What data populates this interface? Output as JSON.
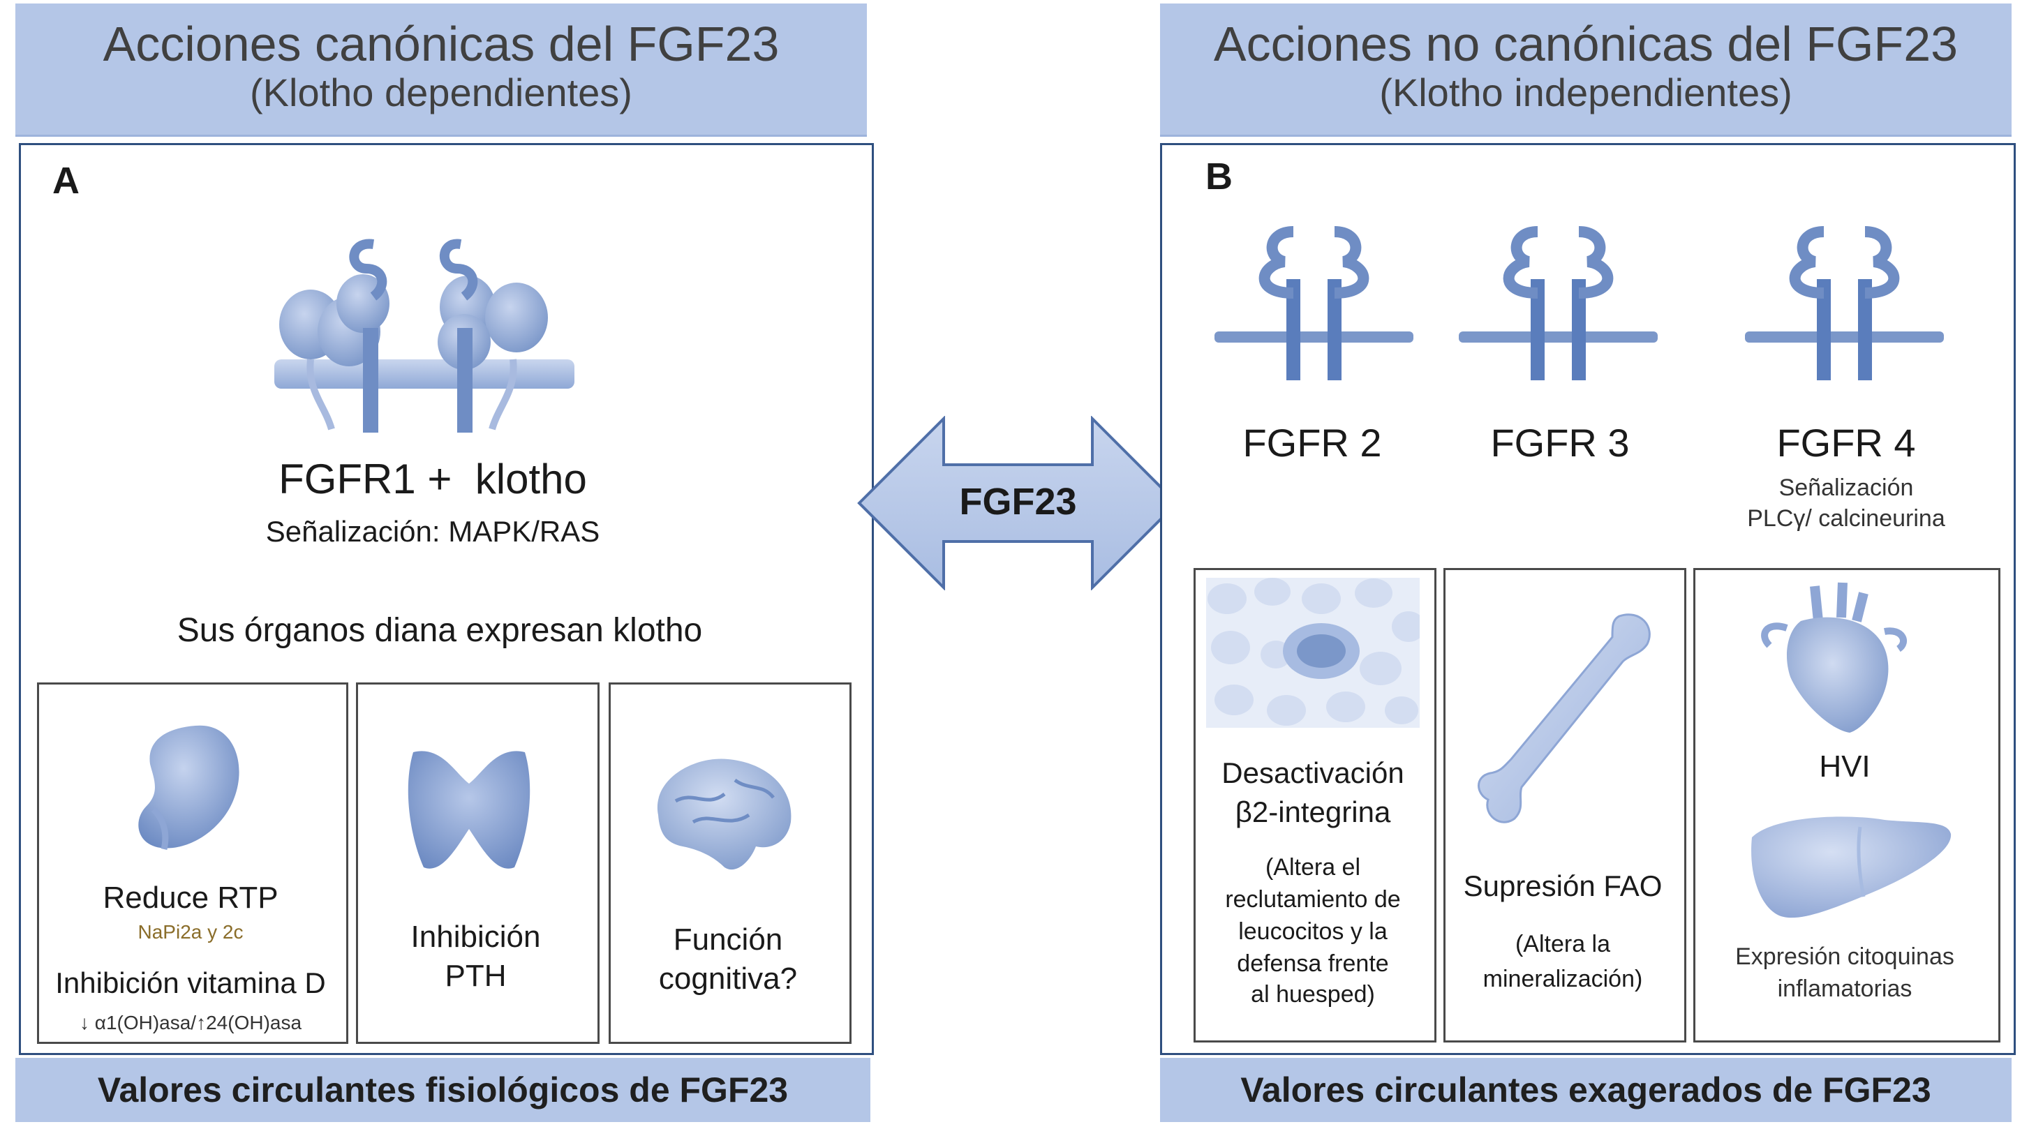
{
  "left": {
    "header_title": "Acciones canónicas del FGF23",
    "header_sub": "(Klotho dependientes)",
    "letter": "A",
    "receptor_label": "FGFR1 +  klotho",
    "signaling": "Señalización: MAPK/RAS",
    "targets_text": "Sus órganos diana expresan klotho",
    "kidney": {
      "title": "Reduce RTP",
      "sub": "NaPi2a y 2c",
      "title2": "Inhibición vitamina D",
      "sub2": "α1(OH)asa/",
      "sub2b": "24(OH)asa"
    },
    "parathyroid": {
      "line1": "Inhibición",
      "line2": "PTH"
    },
    "brain": {
      "line1": "Función",
      "line2": "cognitiva?"
    },
    "footer": "Valores circulantes fisiológicos de FGF23"
  },
  "center": {
    "arrow_label": "FGF23"
  },
  "right": {
    "header_title": "Acciones no canónicas del FGF23",
    "header_sub": "(Klotho independientes)",
    "letter": "B",
    "receptors": [
      "FGFR 2",
      "FGFR 3",
      "FGFR 4"
    ],
    "signaling_line1": "Señalización",
    "signaling_line2": "PLCγ/ calcineurina",
    "blood": {
      "title1": "Desactivación",
      "title2": "β2-integrina",
      "desc": [
        "(Altera el",
        "reclutamiento de",
        "leucocitos y la",
        "defensa frente",
        "al huesped)"
      ]
    },
    "bone": {
      "title": "Supresión FAO",
      "desc": [
        "(Altera la",
        "mineralización)"
      ]
    },
    "heart_liver": {
      "title": "HVI",
      "desc": [
        "Expresión citoquinas",
        "inflamatorias"
      ]
    },
    "footer": "Valores circulantes exagerados de FGF23"
  },
  "colors": {
    "header_bg": "#b4c6e7",
    "panel_border": "#2f4f7f",
    "icon_blue": "#7b97c9"
  }
}
